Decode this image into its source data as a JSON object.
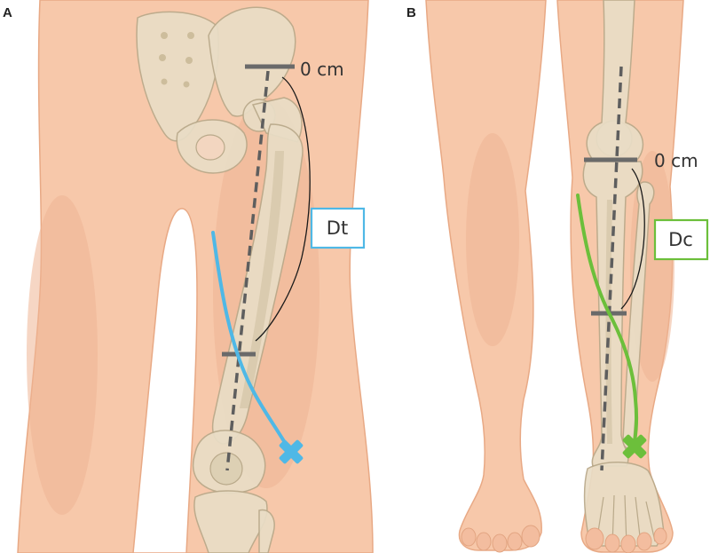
{
  "figure": {
    "panel_a": {
      "letter": "A",
      "zero_label": "0 cm",
      "box_label": "Dt",
      "colors": {
        "vein": "#4fb8e6",
        "box_border": "#4fb8e6",
        "marker": "#4fb8e6"
      },
      "marker_icon": "x-cross-icon"
    },
    "panel_b": {
      "letter": "B",
      "zero_label": "0 cm",
      "box_label": "Dc",
      "colors": {
        "vein": "#6cbf3b",
        "box_border": "#6cbf3b",
        "marker": "#6cbf3b"
      },
      "marker_icon": "x-cross-icon"
    },
    "colors": {
      "skin": "#f7c8aa",
      "bone": "#e9ddc6",
      "measure_line": "#5e5e5e"
    }
  }
}
